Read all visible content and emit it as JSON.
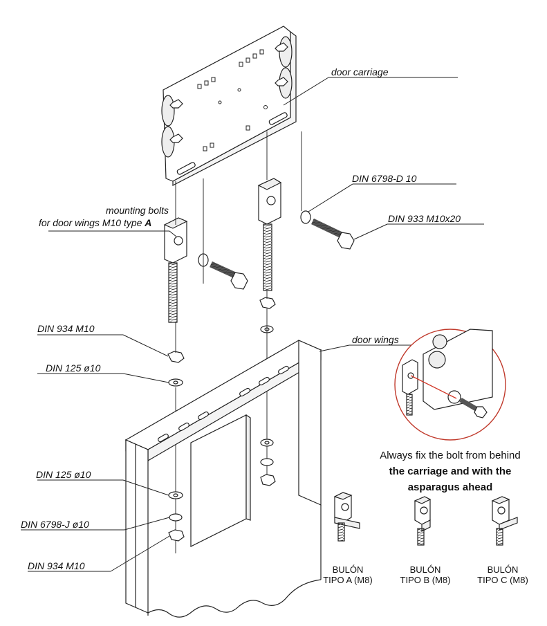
{
  "labels": {
    "door_carriage": "door carriage",
    "din_6798_d_10": "DIN 6798-D 10",
    "din_933_m10x20": "DIN 933 M10x20",
    "mounting_bolts_line1": "mounting bolts",
    "mounting_bolts_line2": "for door wings M10 type",
    "mounting_bolts_type": "A",
    "din_934_m10_top": "DIN 934 M10",
    "din_125_10_top": "DIN 125 ø10",
    "door_wings": "door wings",
    "din_125_10_bottom": "DIN 125 ø10",
    "din_6798_j_10": "DIN 6798-J ø10",
    "din_934_m10_bottom": "DIN 934 M10"
  },
  "note": {
    "line1": "Always fix the bolt from behind",
    "line2": "the carriage and with the",
    "line3": "asparagus ahead"
  },
  "bolts": [
    {
      "name": "BULÓN",
      "type": "TIPO A (M8)"
    },
    {
      "name": "BULÓN",
      "type": "TIPO B (M8)"
    },
    {
      "name": "BULÓN",
      "type": "TIPO C (M8)"
    }
  ],
  "colors": {
    "line": "#222222",
    "detail_circle": "#c0392b",
    "accent_red": "#d23a2a"
  }
}
